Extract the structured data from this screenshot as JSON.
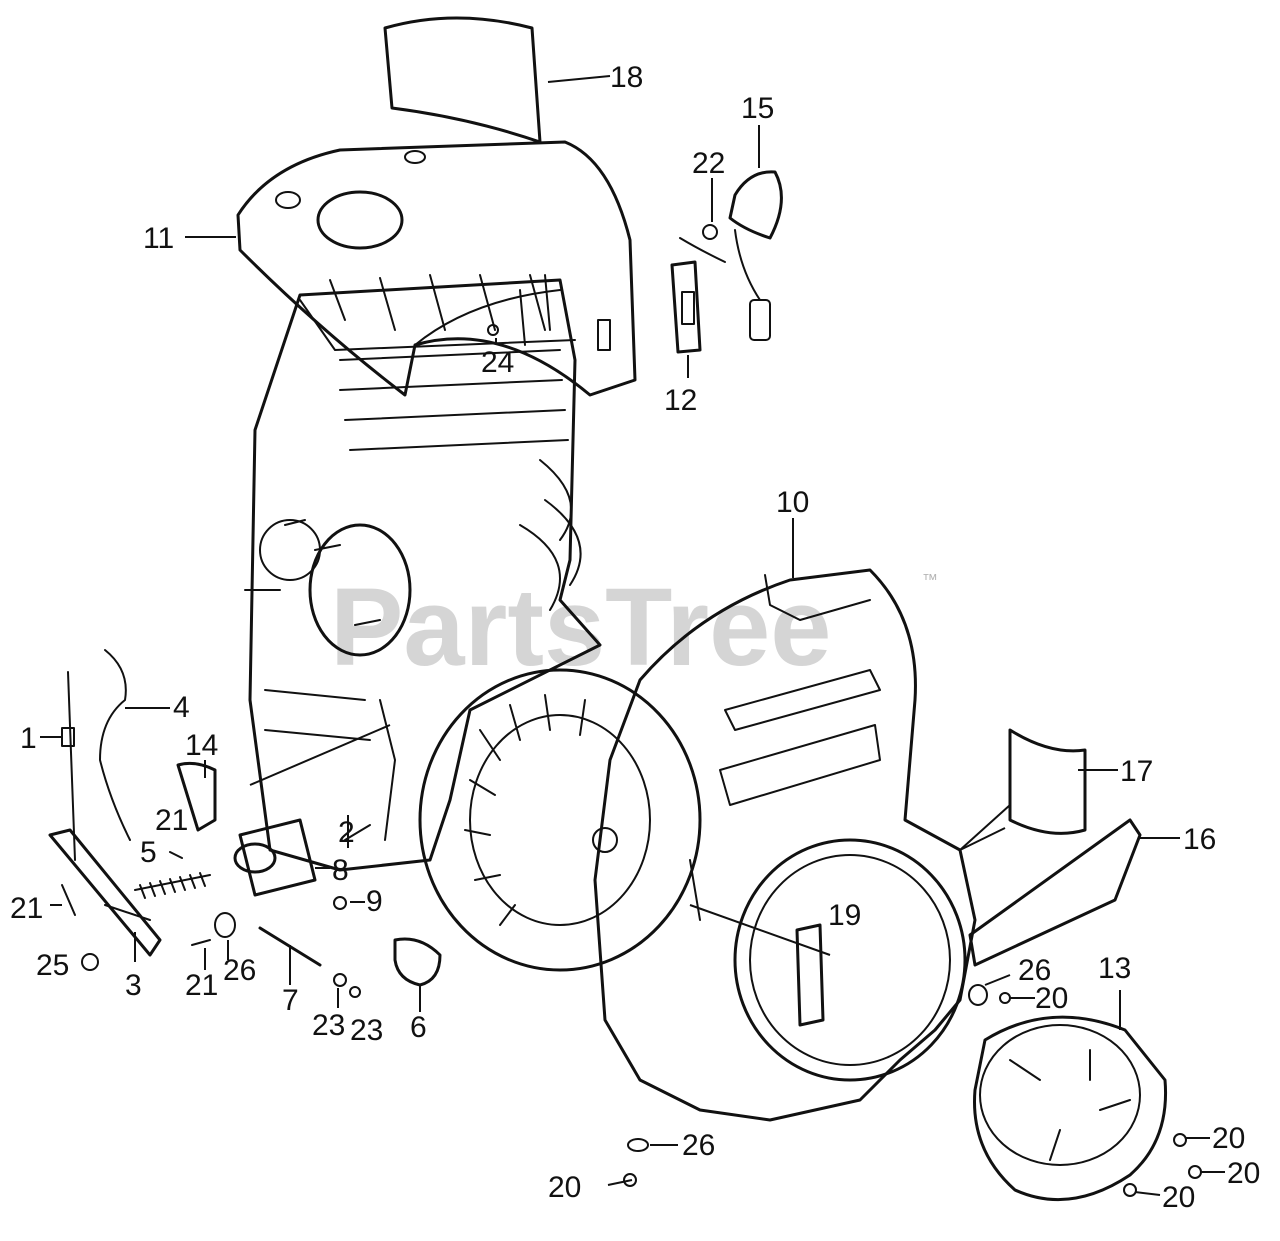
{
  "watermark": {
    "brand": "PartsTree",
    "trademark": "™"
  },
  "callouts": {
    "c1": "1",
    "c2": "2",
    "c3": "3",
    "c4": "4",
    "c5": "5",
    "c6": "6",
    "c7": "7",
    "c8": "8",
    "c9": "9",
    "c10": "10",
    "c11": "11",
    "c12": "12",
    "c13": "13",
    "c14": "14",
    "c15": "15",
    "c16": "16",
    "c17": "17",
    "c18": "18",
    "c19": "19",
    "c20a": "20",
    "c20b": "20",
    "c20c": "20",
    "c20d": "20",
    "c20e": "20",
    "c21a": "21",
    "c21b": "21",
    "c21c": "21",
    "c22": "22",
    "c23a": "23",
    "c23b": "23",
    "c24": "24",
    "c25": "25",
    "c26a": "26",
    "c26b": "26",
    "c26c": "26"
  }
}
